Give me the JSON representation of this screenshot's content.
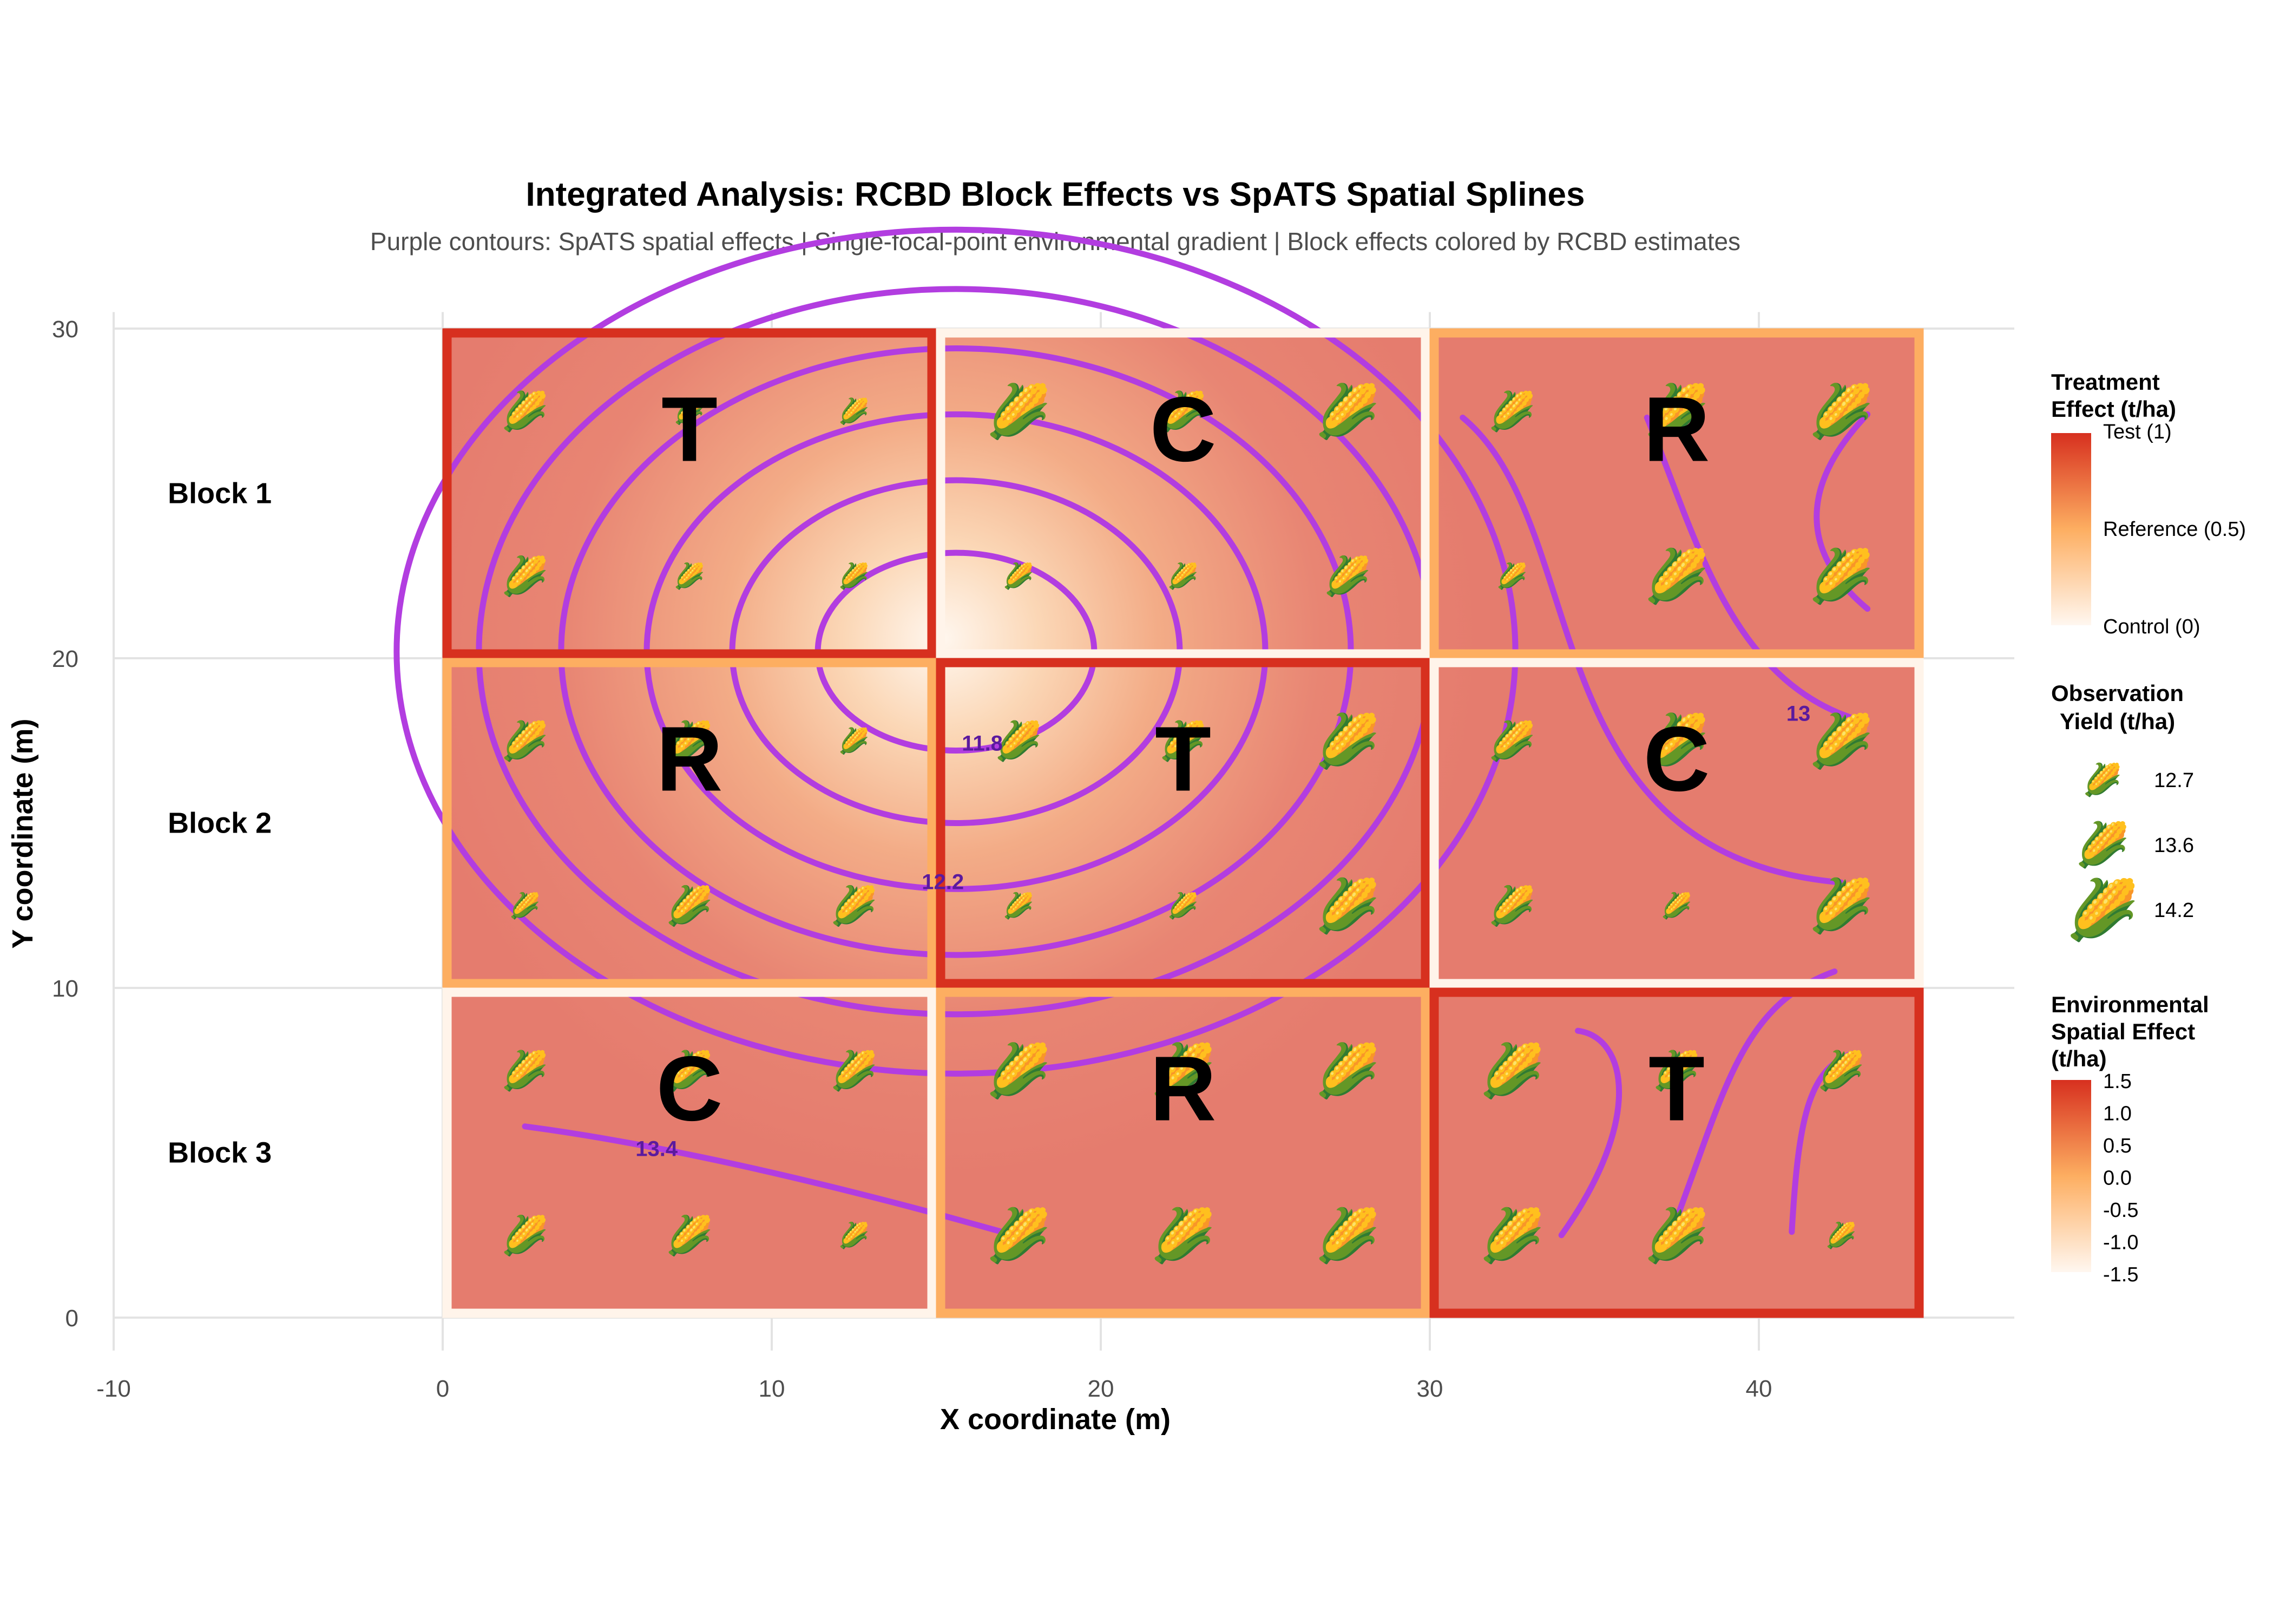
{
  "chart_data": {
    "type": "heatmap",
    "title": "Integrated Analysis: RCBD Block Effects vs SpATS Spatial Splines",
    "subtitle": "Purple contours: SpATS spatial effects | Single-focal-point environmental gradient | Block effects colored by RCBD estimates",
    "xlabel": "X coordinate (m)",
    "ylabel": "Y coordinate (m)",
    "xlim": [
      -10,
      47
    ],
    "ylim": [
      -1,
      30.5
    ],
    "x_ticks": [
      "-10",
      "0",
      "10",
      "20",
      "30",
      "40"
    ],
    "y_ticks": [
      "0",
      "10",
      "20",
      "30"
    ],
    "grid": true,
    "environmental_gradient": {
      "focal_point": [
        15.5,
        20.5
      ],
      "max_effect": 1.5,
      "min_effect": -1.5
    },
    "blocks": [
      {
        "label": "Block 1",
        "y_center": 25
      },
      {
        "label": "Block 2",
        "y_center": 15
      },
      {
        "label": "Block 3",
        "y_center": 5
      }
    ],
    "plots": [
      {
        "treatment": "T",
        "effect": 1,
        "x": [
          0,
          15
        ],
        "y": [
          20,
          30
        ]
      },
      {
        "treatment": "C",
        "effect": 0,
        "x": [
          15,
          30
        ],
        "y": [
          20,
          30
        ]
      },
      {
        "treatment": "R",
        "effect": 0.5,
        "x": [
          30,
          45
        ],
        "y": [
          20,
          30
        ]
      },
      {
        "treatment": "R",
        "effect": 0.5,
        "x": [
          0,
          15
        ],
        "y": [
          10,
          20
        ]
      },
      {
        "treatment": "T",
        "effect": 1,
        "x": [
          15,
          30
        ],
        "y": [
          10,
          20
        ]
      },
      {
        "treatment": "C",
        "effect": 0,
        "x": [
          30,
          45
        ],
        "y": [
          10,
          20
        ]
      },
      {
        "treatment": "C",
        "effect": 0,
        "x": [
          0,
          15
        ],
        "y": [
          0,
          10
        ]
      },
      {
        "treatment": "R",
        "effect": 0.5,
        "x": [
          15,
          30
        ],
        "y": [
          0,
          10
        ]
      },
      {
        "treatment": "T",
        "effect": 1,
        "x": [
          30,
          45
        ],
        "y": [
          0,
          10
        ]
      }
    ],
    "observations": {
      "x": [
        2.5,
        7.5,
        12.5
      ],
      "y_offsets": [
        2.5,
        7.5
      ],
      "yield_classes": [
        12.7,
        13.6,
        14.2
      ],
      "sizes": [
        [
          [
            2,
            1,
            1
          ],
          [
            2,
            1,
            1
          ]
        ],
        [
          [
            3,
            2,
            3
          ],
          [
            1,
            1,
            2
          ]
        ],
        [
          [
            2,
            3,
            3
          ],
          [
            1,
            3,
            3
          ]
        ],
        [
          [
            2,
            2,
            1
          ],
          [
            1,
            2,
            2
          ]
        ],
        [
          [
            2,
            2,
            3
          ],
          [
            1,
            1,
            3
          ]
        ],
        [
          [
            2,
            3,
            3
          ],
          [
            2,
            1,
            3
          ]
        ],
        [
          [
            2,
            2,
            2
          ],
          [
            2,
            2,
            1
          ]
        ],
        [
          [
            3,
            3,
            3
          ],
          [
            3,
            3,
            3
          ]
        ],
        [
          [
            3,
            2,
            2
          ],
          [
            3,
            3,
            1
          ]
        ]
      ]
    },
    "contour_labels": [
      {
        "text": "11.8",
        "x": 16.4,
        "y": 17.2
      },
      {
        "text": "12.2",
        "x": 15.2,
        "y": 13.0
      },
      {
        "text": "13",
        "x": 41.2,
        "y": 18.1
      },
      {
        "text": "13.4",
        "x": 6.5,
        "y": 4.9
      }
    ],
    "legends": {
      "treatment": {
        "title": [
          "Treatment",
          "Effect (t/ha)"
        ],
        "labels": [
          "Test (1)",
          "Reference (0.5)",
          "Control (0)"
        ],
        "colors": [
          "#d7301f",
          "#fdae61",
          "#fff7f0"
        ]
      },
      "observation": {
        "title": [
          "Observation",
          "Yield (t/ha)"
        ],
        "labels": [
          "12.7",
          "13.6",
          "14.2"
        ]
      },
      "spatial": {
        "title": [
          "Environmental",
          "Spatial Effect",
          "(t/ha)"
        ],
        "labels": [
          "1.5",
          "1.0",
          "0.5",
          "0.0",
          "-0.5",
          "-1.0",
          "-1.5"
        ]
      }
    },
    "colors": {
      "contour": "#b23de0",
      "test_border": "#d7301f",
      "reference_border": "#fdae61",
      "control_border": "#fff4ea",
      "grid": "#e3e3e3"
    }
  }
}
